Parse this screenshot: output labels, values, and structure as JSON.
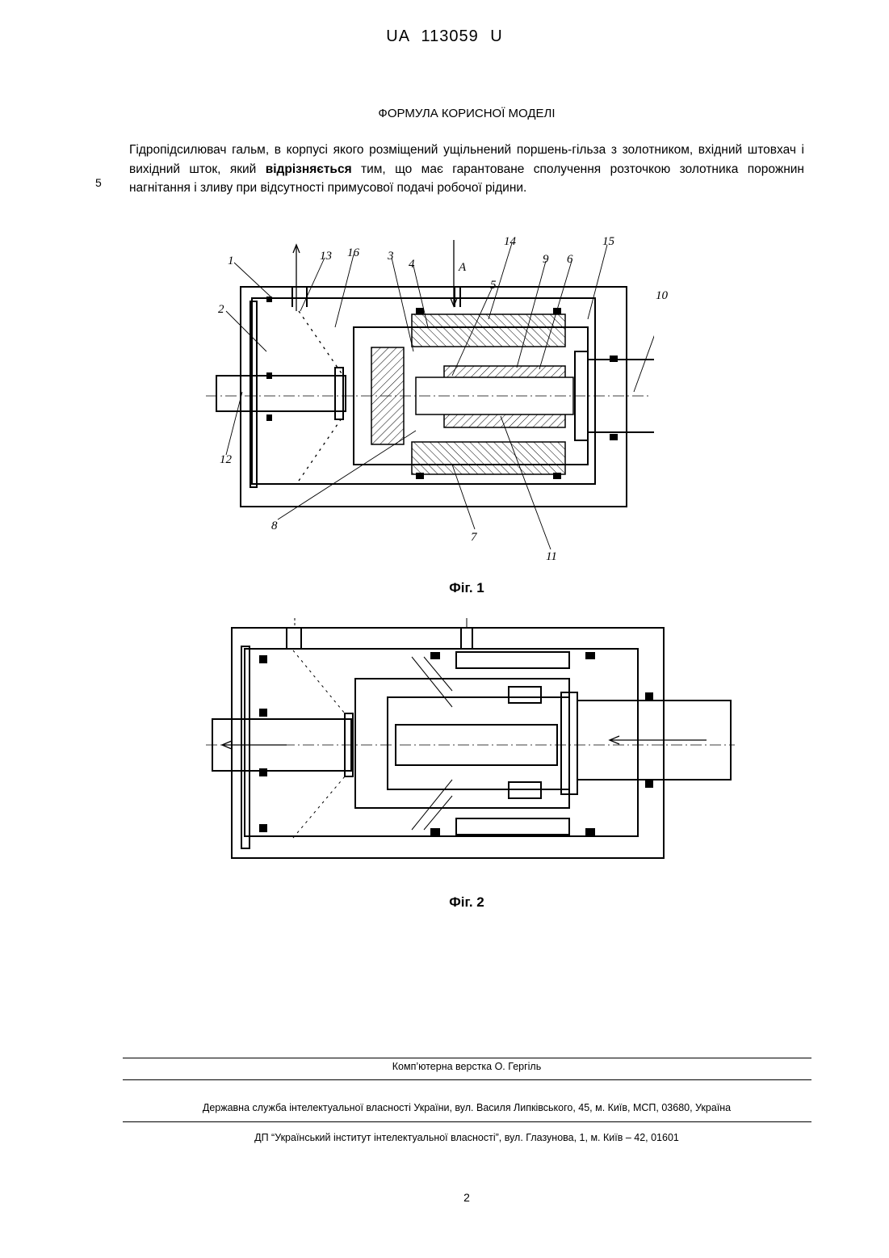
{
  "header": {
    "doc_number": "UA   113059   U"
  },
  "section_title": "ФОРМУЛА КОРИСНОЇ МОДЕЛІ",
  "claim": {
    "line_number": "5",
    "text_before": "Гідропідсилювач гальм, в корпусі якого розміщений ущільнений поршень-гільза з золотником, вхідний штовхач і вихідний шток, який ",
    "text_bold": "відрізняється",
    "text_after": " тим, що має гарантоване сполучення розточкою золотника порожнин нагнітання і зливу при відсутності примусової подачі робочої рідини."
  },
  "figure1": {
    "caption": "Фіг. 1",
    "labels": [
      "1",
      "2",
      "13",
      "16",
      "3",
      "4",
      "A",
      "5",
      "14",
      "9",
      "6",
      "15",
      "10",
      "12",
      "8",
      "7",
      "11"
    ]
  },
  "figure2": {
    "caption": "Фіг. 2"
  },
  "footer": {
    "layout_credit": "Комп’ютерна верстка О. Гергіль",
    "agency": "Державна служба інтелектуальної власності України, вул. Василя Липківського, 45, м. Київ, МСП, 03680, Україна",
    "institute": "ДП “Український інститут інтелектуальної власності”, вул. Глазунова, 1, м. Київ – 42, 01601"
  },
  "page_number": "2"
}
